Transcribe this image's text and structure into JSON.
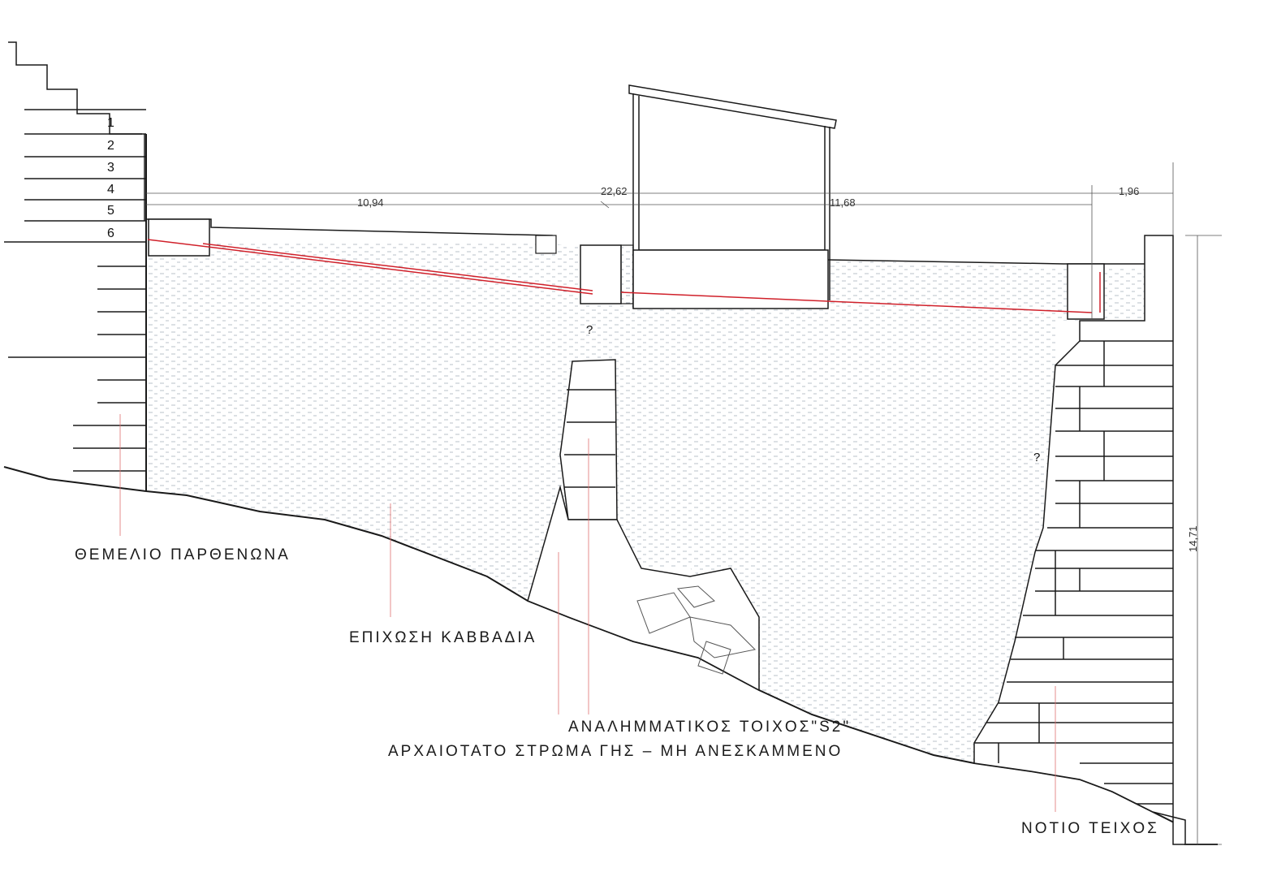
{
  "labels": {
    "parthenon_foundation": "ΘΕΜΕΛΙΟ ΠΑΡΘΕΝΩΝΑ",
    "kavvadias_fill": "ΕΠΙΧΩΣΗ ΚΑΒΒΑΔΙΑ",
    "retaining_wall": "ΑΝΑΛΗΜΜΑΤΙΚΟΣ ΤΟΙΧΟΣ\"S2\"",
    "oldest_layer": "ΑΡΧΑΙΟΤΑΤΟ ΣΤΡΩΜΑ ΓΗΣ – ΜΗ ΑΝΕΣΚΑΜΜΕΝΟ",
    "south_wall": "ΝΟΤΙΟ ΤΕΙΧΟΣ"
  },
  "dimensions": {
    "left_span": "10,94",
    "total_span": "22,62",
    "right_span": "11,68",
    "edge_span": "1,96",
    "height": "14,71"
  },
  "steps": [
    "1",
    "2",
    "3",
    "4",
    "5",
    "6"
  ],
  "unknown_marker": "?",
  "colors": {
    "line": "#1a1a1a",
    "red_line": "#d0202a",
    "leader": "#e07070",
    "fill_hatch": "#9aa4b0"
  }
}
